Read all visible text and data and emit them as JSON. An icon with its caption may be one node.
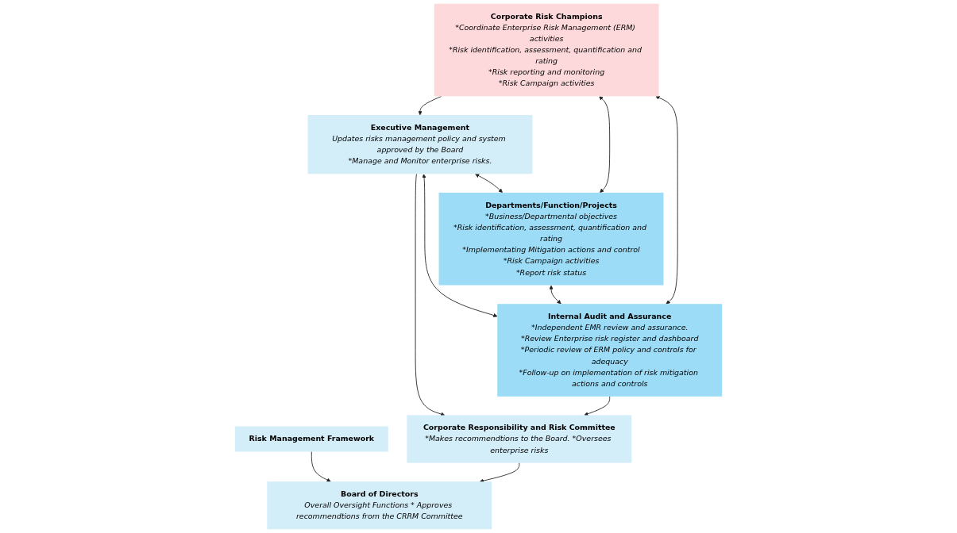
{
  "diagram": {
    "nodes": [
      {
        "text": [
          "Risk Management Framework"
        ]
      },
      {
        "text": [
          "Board of Directors",
          "Overall Oversight Functions * Approves recommendtions from the CRRM Committee"
        ]
      },
      {
        "text": [
          "Corporate Responsibility and Risk Committee",
          "*Makes recommendtions to the Board. *Oversees enterprise risks"
        ]
      },
      {
        "text": [
          "Executive Management",
          "Updates risks management policy and system approved by the Board",
          "*Manage and Monitor enterprise risks."
        ]
      },
      {
        "text": [
          "Internal Audit and Assurance",
          "*Independent EMR review and assurance.",
          "*Review Enterprise risk register and dashboard",
          "*Periodic review of ERM policy and controls for adequacy",
          "*Follow-up on implementation of risk mitigation actions and controls"
        ]
      },
      {
        "text": [
          "Corporate Risk Champions",
          "*Coordinate Enterprise Risk Management (ERM) activities",
          "*Risk identification, assessment, quantification and rating",
          "*Risk reporting and monitoring",
          "*Risk Campaign activities"
        ]
      },
      {
        "text": [
          "Departments/Function/Projects",
          "*Business/Departmental objectives",
          "*Risk identification, assessment, quantification and rating",
          "*Implementating Mitigation actions and control",
          "*Risk Campaign activities",
          "*Report risk status"
        ]
      }
    ],
    "edges": [
      {
        "from": 0,
        "to": 1,
        "arrow": "to"
      },
      {
        "from": 2,
        "to": 1,
        "arrow": "to"
      },
      {
        "from": 3,
        "to": 2,
        "arrow": "to"
      },
      {
        "from": 4,
        "to": 2,
        "arrow": "to"
      },
      {
        "from": 3,
        "to": 4,
        "arrow": "both"
      },
      {
        "from": 5,
        "to": 3,
        "arrow": "to"
      },
      {
        "from": 5,
        "to": 6,
        "arrow": "both"
      },
      {
        "from": 3,
        "to": 6,
        "arrow": "both"
      },
      {
        "from": 5,
        "to": 4,
        "arrow": "both"
      },
      {
        "from": 6,
        "to": 4,
        "arrow": "both"
      }
    ]
  }
}
